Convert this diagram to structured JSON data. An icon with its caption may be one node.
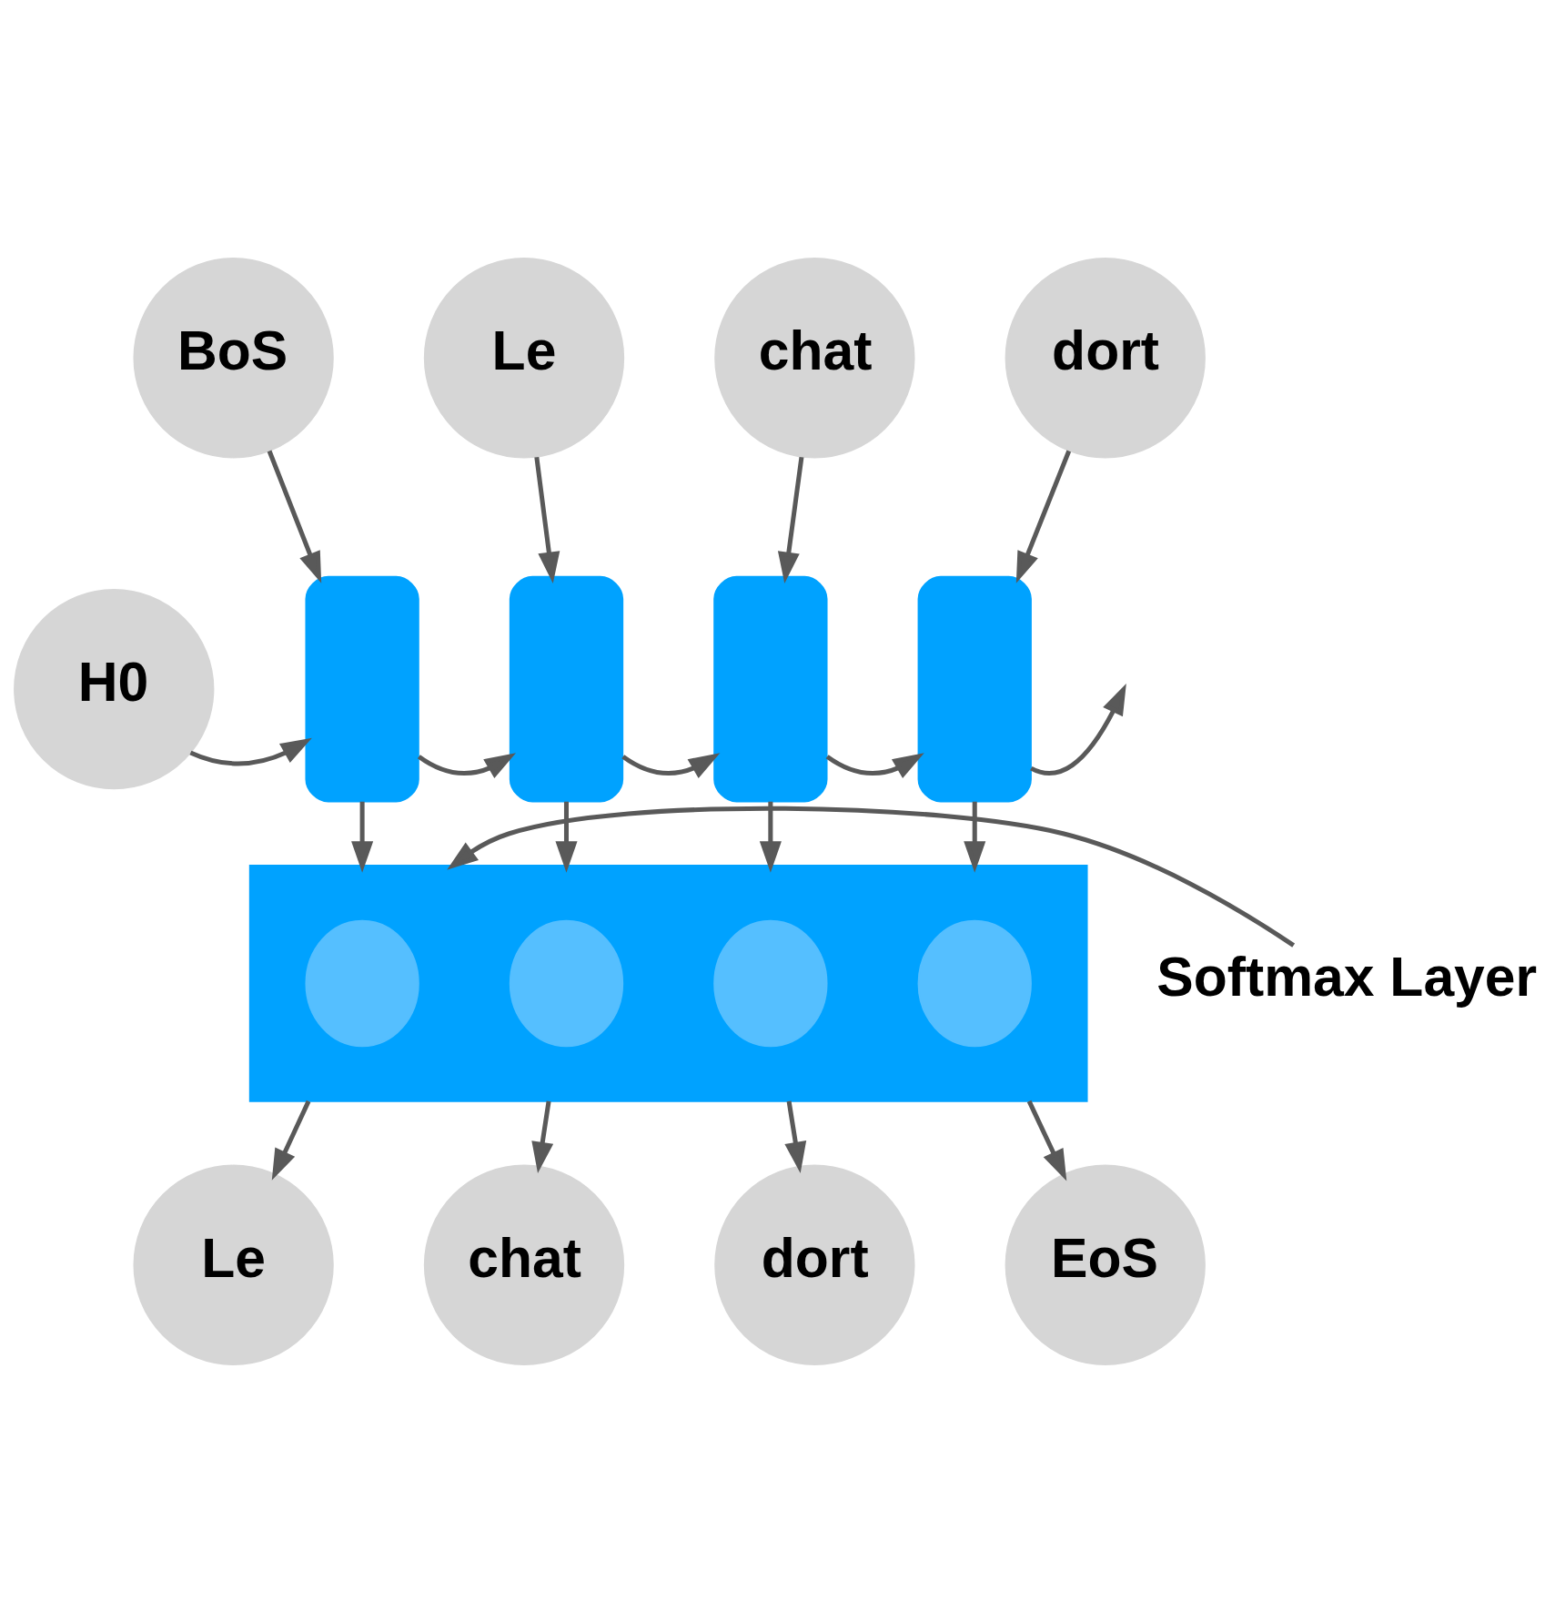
{
  "diagram": {
    "nodes": [
      {
        "text": [
          "BoS"
        ]
      },
      {
        "text": [
          "Le"
        ]
      },
      {
        "text": [
          "chat"
        ]
      },
      {
        "text": [
          "dort"
        ]
      },
      {
        "text": [
          "H0"
        ]
      },
      {
        "text": [],
        "shape": "box"
      },
      {
        "text": [],
        "shape": "box"
      },
      {
        "text": [],
        "shape": "box"
      },
      {
        "text": [],
        "shape": "box"
      },
      {
        "text": [
          "Softmax Layer"
        ]
      },
      {
        "text": [],
        "shape": "box"
      },
      {
        "text": [],
        "shape": "ellipse",
        "in": 10
      },
      {
        "text": [],
        "shape": "ellipse",
        "in": 10
      },
      {
        "text": [],
        "shape": "ellipse",
        "in": 10
      },
      {
        "text": [],
        "shape": "ellipse",
        "in": 10
      },
      {
        "text": [
          "Le"
        ]
      },
      {
        "text": [
          "chat"
        ]
      },
      {
        "text": [
          "dort"
        ]
      },
      {
        "text": [
          "EoS"
        ]
      }
    ],
    "edges": [
      {
        "from": 0,
        "to": 5,
        "arrow": "to"
      },
      {
        "from": 1,
        "to": 6,
        "arrow": "to"
      },
      {
        "from": 2,
        "to": 7,
        "arrow": "to"
      },
      {
        "from": 3,
        "to": 8,
        "arrow": "to"
      },
      {
        "from": 4,
        "to": 5,
        "arrow": "to"
      },
      {
        "from": 5,
        "to": 6,
        "arrow": "to"
      },
      {
        "from": 6,
        "to": 7,
        "arrow": "to"
      },
      {
        "from": 7,
        "to": 8,
        "arrow": "to"
      },
      {
        "from": 8,
        "to": null,
        "arrow": "to"
      },
      {
        "from": 5,
        "to": 10,
        "arrow": "to"
      },
      {
        "from": 6,
        "to": 10,
        "arrow": "to"
      },
      {
        "from": 7,
        "to": 10,
        "arrow": "to"
      },
      {
        "from": 8,
        "to": 10,
        "arrow": "to"
      },
      {
        "from": 9,
        "to": 10,
        "arrow": "to"
      },
      {
        "from": 10,
        "to": 15,
        "arrow": "to"
      },
      {
        "from": 10,
        "to": 16,
        "arrow": "to"
      },
      {
        "from": 10,
        "to": 17,
        "arrow": "to"
      },
      {
        "from": 10,
        "to": 18,
        "arrow": "to"
      }
    ]
  }
}
